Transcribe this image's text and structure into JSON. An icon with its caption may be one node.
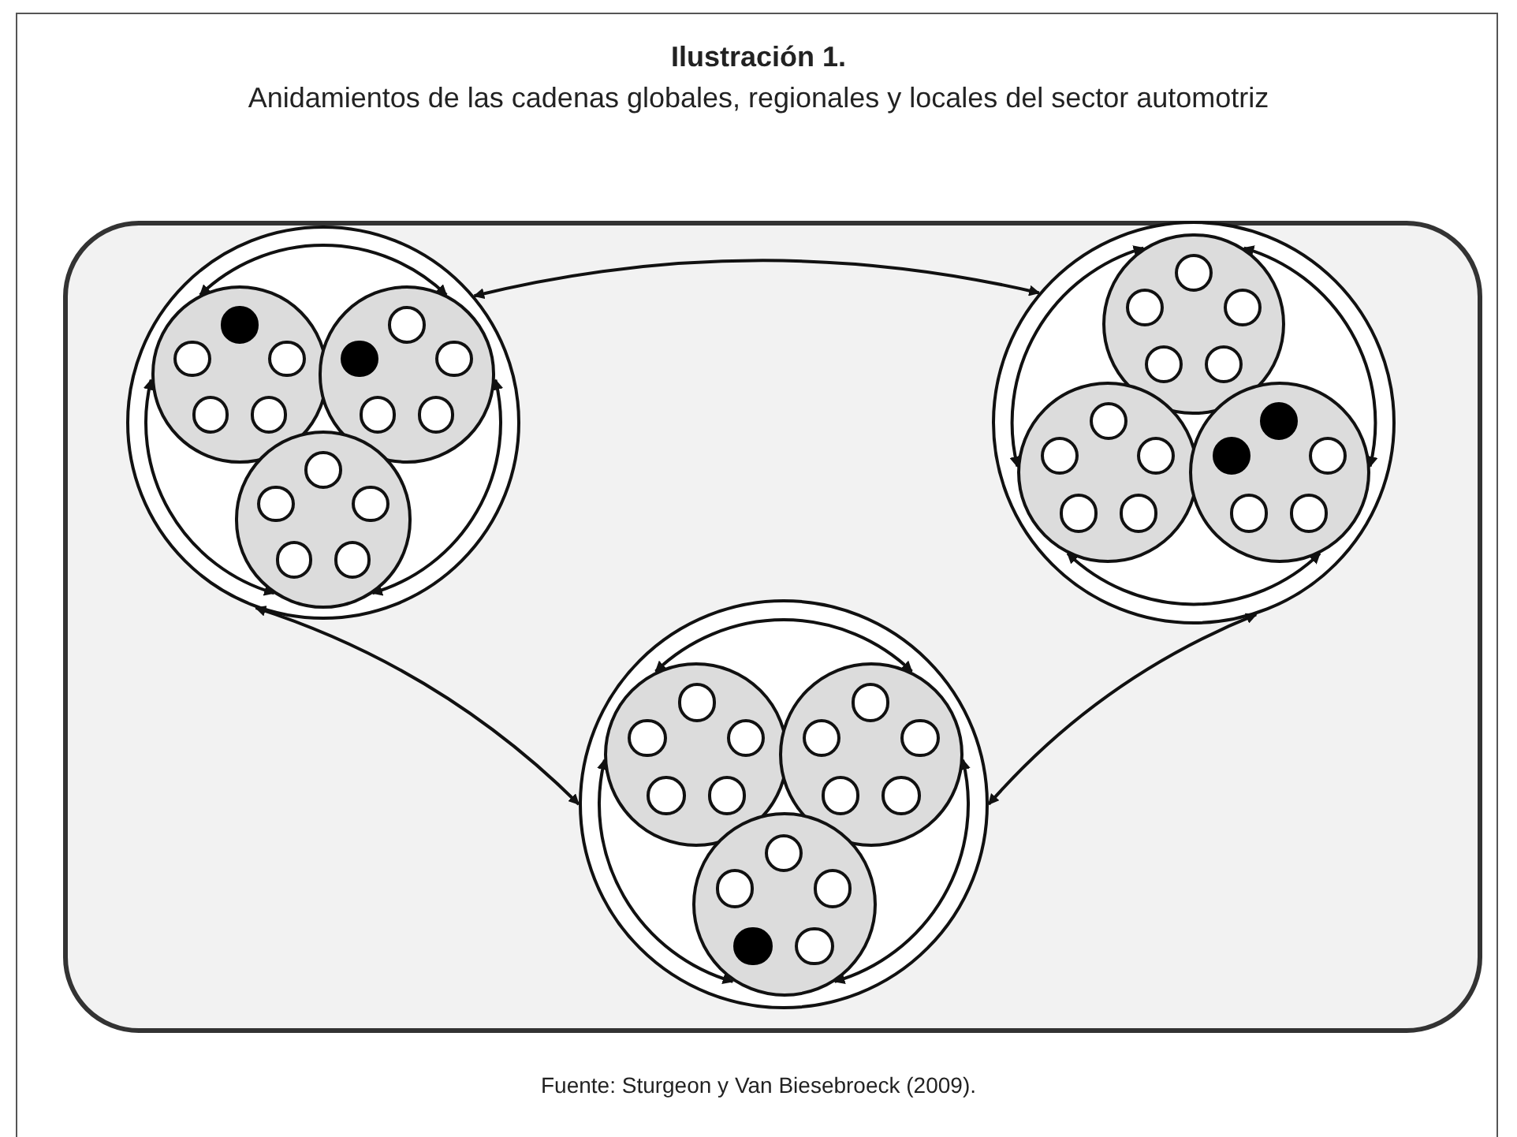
{
  "diagram": {
    "title": "Ilustración 1.",
    "caption": "Fuente: Sturgeon y Van Biesebroeck (2009).",
    "labels": [
      "Anidamientos de las cadenas globales, regionales y locales del sector automotriz"
    ],
    "nodes": [
      {
        "text": [],
        "shape": "box"
      },
      {
        "text": [],
        "shape": "circle",
        "in": 0
      },
      {
        "text": [],
        "shape": "circle",
        "in": 1
      },
      {
        "text": [],
        "shape": "dot",
        "in": 2
      },
      {
        "text": [],
        "shape": "circle",
        "in": 2
      },
      {
        "text": [],
        "shape": "circle",
        "in": 2
      },
      {
        "text": [],
        "shape": "circle",
        "in": 2
      },
      {
        "text": [],
        "shape": "circle",
        "in": 2
      },
      {
        "text": [],
        "shape": "circle",
        "in": 1
      },
      {
        "text": [],
        "shape": "circle",
        "in": 8
      },
      {
        "text": [],
        "shape": "circle",
        "in": 8
      },
      {
        "text": [],
        "shape": "circle",
        "in": 8
      },
      {
        "text": [],
        "shape": "circle",
        "in": 8
      },
      {
        "text": [],
        "shape": "dot",
        "in": 8
      },
      {
        "text": [],
        "shape": "circle",
        "in": 1
      },
      {
        "text": [],
        "shape": "circle",
        "in": 14
      },
      {
        "text": [],
        "shape": "circle",
        "in": 14
      },
      {
        "text": [],
        "shape": "circle",
        "in": 14
      },
      {
        "text": [],
        "shape": "circle",
        "in": 14
      },
      {
        "text": [],
        "shape": "circle",
        "in": 14
      },
      {
        "text": [],
        "shape": "circle",
        "in": 0
      },
      {
        "text": [],
        "shape": "circle",
        "in": 20
      },
      {
        "text": [],
        "shape": "circle",
        "in": 21
      },
      {
        "text": [],
        "shape": "circle",
        "in": 21
      },
      {
        "text": [],
        "shape": "circle",
        "in": 21
      },
      {
        "text": [],
        "shape": "circle",
        "in": 21
      },
      {
        "text": [],
        "shape": "circle",
        "in": 21
      },
      {
        "text": [],
        "shape": "circle",
        "in": 20
      },
      {
        "text": [],
        "shape": "circle",
        "in": 27
      },
      {
        "text": [],
        "shape": "circle",
        "in": 27
      },
      {
        "text": [],
        "shape": "circle",
        "in": 27
      },
      {
        "text": [],
        "shape": "circle",
        "in": 27
      },
      {
        "text": [],
        "shape": "circle",
        "in": 27
      },
      {
        "text": [],
        "shape": "circle",
        "in": 20
      },
      {
        "text": [],
        "shape": "dot",
        "in": 33
      },
      {
        "text": [],
        "shape": "circle",
        "in": 33
      },
      {
        "text": [],
        "shape": "circle",
        "in": 33
      },
      {
        "text": [],
        "shape": "circle",
        "in": 33
      },
      {
        "text": [],
        "shape": "dot",
        "in": 33
      },
      {
        "text": [],
        "shape": "circle",
        "in": 0
      },
      {
        "text": [],
        "shape": "circle",
        "in": 39
      },
      {
        "text": [],
        "shape": "circle",
        "in": 40
      },
      {
        "text": [],
        "shape": "circle",
        "in": 40
      },
      {
        "text": [],
        "shape": "circle",
        "in": 40
      },
      {
        "text": [],
        "shape": "circle",
        "in": 40
      },
      {
        "text": [],
        "shape": "circle",
        "in": 40
      },
      {
        "text": [],
        "shape": "circle",
        "in": 39
      },
      {
        "text": [],
        "shape": "circle",
        "in": 46
      },
      {
        "text": [],
        "shape": "circle",
        "in": 46
      },
      {
        "text": [],
        "shape": "circle",
        "in": 46
      },
      {
        "text": [],
        "shape": "circle",
        "in": 46
      },
      {
        "text": [],
        "shape": "circle",
        "in": 46
      },
      {
        "text": [],
        "shape": "circle",
        "in": 39
      },
      {
        "text": [],
        "shape": "circle",
        "in": 52
      },
      {
        "text": [],
        "shape": "circle",
        "in": 52
      },
      {
        "text": [],
        "shape": "circle",
        "in": 52
      },
      {
        "text": [],
        "shape": "dot",
        "in": 52
      },
      {
        "text": [],
        "shape": "circle",
        "in": 52
      }
    ],
    "edges": [
      {
        "from": 1,
        "to": 20,
        "arrow": "both"
      },
      {
        "from": 1,
        "to": 39,
        "arrow": "both"
      },
      {
        "from": 39,
        "to": 20,
        "arrow": "both"
      },
      {
        "from": 2,
        "to": 8,
        "arrow": "both"
      },
      {
        "from": 8,
        "to": 14,
        "arrow": "both"
      },
      {
        "from": 14,
        "to": 2,
        "arrow": "both"
      },
      {
        "from": 21,
        "to": 33,
        "arrow": "both"
      },
      {
        "from": 33,
        "to": 27,
        "arrow": "both"
      },
      {
        "from": 27,
        "to": 21,
        "arrow": "both"
      },
      {
        "from": 40,
        "to": 46,
        "arrow": "both"
      },
      {
        "from": 46,
        "to": 52,
        "arrow": "both"
      },
      {
        "from": 52,
        "to": 40,
        "arrow": "both"
      }
    ]
  }
}
